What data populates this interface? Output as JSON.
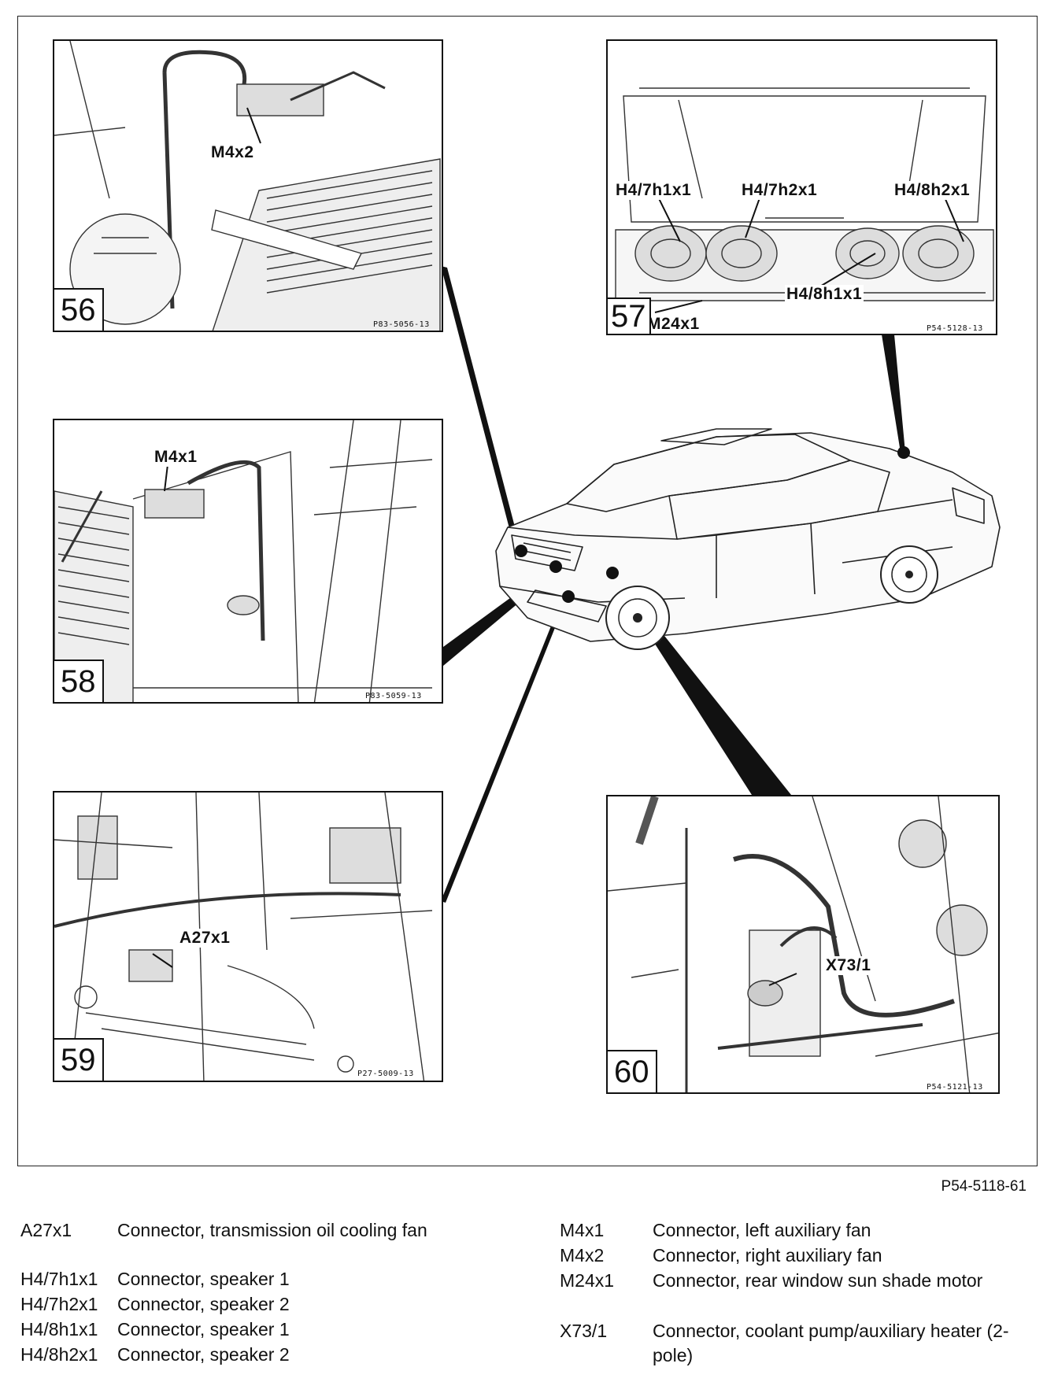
{
  "panels": [
    {
      "number": "56",
      "callouts": [
        "M4x2"
      ],
      "ref": "P83-5056-13"
    },
    {
      "number": "57",
      "callouts": [
        "H4/7h1x1",
        "H4/7h2x1",
        "H4/8h2x1",
        "H4/8h1x1",
        "M24x1"
      ],
      "ref": "P54-5128-13"
    },
    {
      "number": "58",
      "callouts": [
        "M4x1"
      ],
      "ref": "P83-5059-13"
    },
    {
      "number": "59",
      "callouts": [
        "A27x1"
      ],
      "ref": "P27-5009-13"
    },
    {
      "number": "60",
      "callouts": [
        "X73/1"
      ],
      "ref": "P54-5121-13"
    }
  ],
  "figure_ref": "P54-5118-61",
  "legend": {
    "left": [
      {
        "code": "A27x1",
        "desc": "Connector, transmission oil cooling fan"
      },
      {
        "code": "H4/7h1x1",
        "desc": "Connector, speaker 1"
      },
      {
        "code": "H4/7h2x1",
        "desc": "Connector, speaker 2"
      },
      {
        "code": "H4/8h1x1",
        "desc": "Connector, speaker 1"
      },
      {
        "code": "H4/8h2x1",
        "desc": "Connector, speaker 2"
      }
    ],
    "right": [
      {
        "code": "M4x1",
        "desc": "Connector, left auxiliary fan"
      },
      {
        "code": "M4x2",
        "desc": "Connector, right auxiliary fan"
      },
      {
        "code": "M24x1",
        "desc": "Connector, rear window sun shade motor"
      },
      {
        "code": "X73/1",
        "desc": "Connector, coolant pump/auxiliary heater (2-pole)"
      }
    ]
  }
}
